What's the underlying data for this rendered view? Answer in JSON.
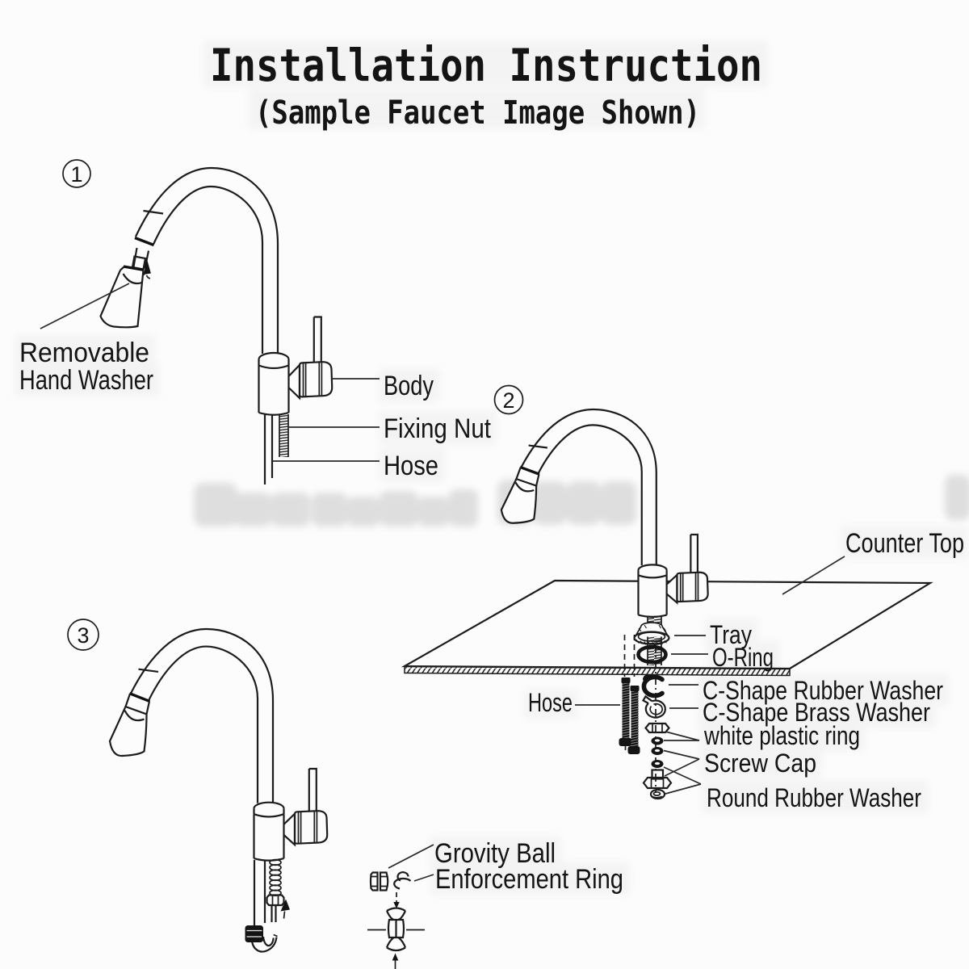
{
  "title": "Installation Instruction",
  "subtitle": "(Sample Faucet Image Shown)",
  "steps": {
    "one": "1",
    "two": "2",
    "three": "3"
  },
  "fig1": {
    "removable_line1": "Removable",
    "removable_line2": "Hand Washer",
    "body": "Body",
    "fixing_nut": "Fixing Nut",
    "hose": "Hose"
  },
  "fig2": {
    "counter_top": "Counter Top",
    "tray": "Tray",
    "o_ring": "O-Ring",
    "c_shape_rubber": "C-Shape Rubber Washer",
    "c_shape_brass": "C-Shape Brass Washer",
    "hose": "Hose",
    "white_plastic_ring": "white plastic ring",
    "screw_cap": "Screw Cap",
    "round_rubber_washer": "Round Rubber Washer"
  },
  "fig3": {
    "grovity_ball": "Grovity Ball",
    "enforcement_ring": "Enforcement Ring"
  },
  "colors": {
    "ink": "#1c1c1c",
    "background": "#fcfcfc",
    "watermark": "#d7d7d7"
  }
}
